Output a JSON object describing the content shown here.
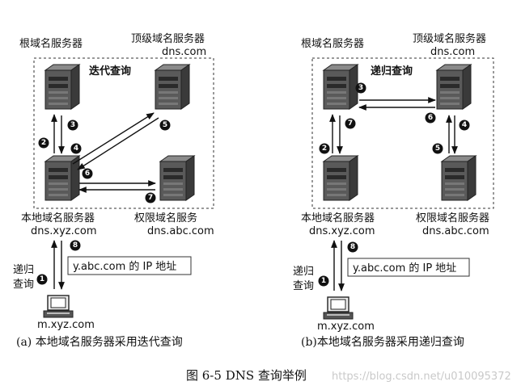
{
  "panel_a": {
    "root_label": "根域名服务器",
    "tld_label": "顶级域名服务器",
    "tld_domain": "dns.com",
    "mode_label": "迭代查询",
    "local_label": "本地域名服务器",
    "local_domain": "dns.xyz.com",
    "auth_label": "权限域名服务",
    "auth_domain": "dns.abc.com",
    "answer_box": "y.abc.com 的 IP 地址",
    "host_query_label_1": "递归",
    "host_query_label_2": "查询",
    "host_domain": "m.xyz.com",
    "caption": "(a) 本地域名服务器采用迭代查询",
    "steps": [
      "1",
      "2",
      "3",
      "4",
      "5",
      "6",
      "7",
      "8"
    ]
  },
  "panel_b": {
    "root_label": "根域名服务器",
    "tld_label": "顶级域名服务器",
    "tld_domain": "dns.com",
    "mode_label": "递归查询",
    "local_label": "本地域名服务器",
    "local_domain": "dns.xyz.com",
    "auth_label": "权限域名服务器",
    "auth_domain": "dns.abc.com",
    "answer_box": "y.abc.com 的 IP 地址",
    "host_query_label_1": "递归",
    "host_query_label_2": "查询",
    "host_domain": "m.xyz.com",
    "caption": "(b)本地域名服务器采用递归查询",
    "steps": [
      "1",
      "2",
      "3",
      "4",
      "5",
      "6",
      "7",
      "8"
    ]
  },
  "figure_caption": "图 6-5    DNS 查询举例",
  "watermark": "https://blog.csdn.net/u010095372"
}
